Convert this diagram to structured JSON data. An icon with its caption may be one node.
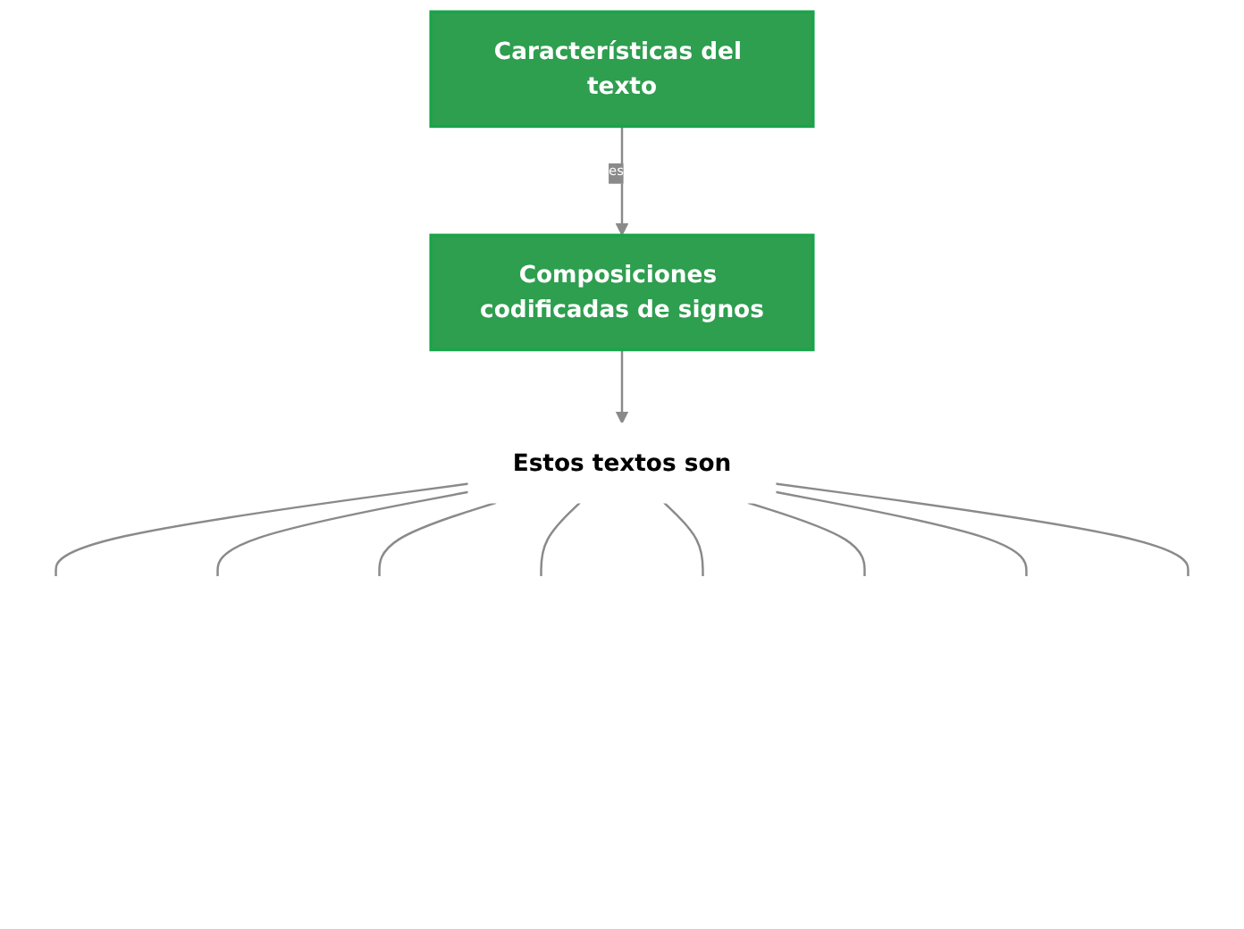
{
  "diagram": {
    "nodes": [
      {
        "text": [
          "Características del texto"
        ]
      },
      {
        "text": [
          "Composiciones codificadas de signos"
        ]
      },
      {
        "text": [
          "Estos textos son"
        ]
      }
    ],
    "edges": [
      {
        "from": 0,
        "to": 1,
        "label": "es",
        "arrow": "to"
      },
      {
        "from": 1,
        "to": 2,
        "arrow": "to"
      },
      {
        "from": 2,
        "to": null,
        "arrow": "none"
      },
      {
        "from": 2,
        "to": null,
        "arrow": "none"
      },
      {
        "from": 2,
        "to": null,
        "arrow": "none"
      },
      {
        "from": 2,
        "to": null,
        "arrow": "none"
      },
      {
        "from": 2,
        "to": null,
        "arrow": "none"
      },
      {
        "from": 2,
        "to": null,
        "arrow": "none"
      },
      {
        "from": 2,
        "to": null,
        "arrow": "none"
      },
      {
        "from": 2,
        "to": null,
        "arrow": "none"
      }
    ]
  }
}
